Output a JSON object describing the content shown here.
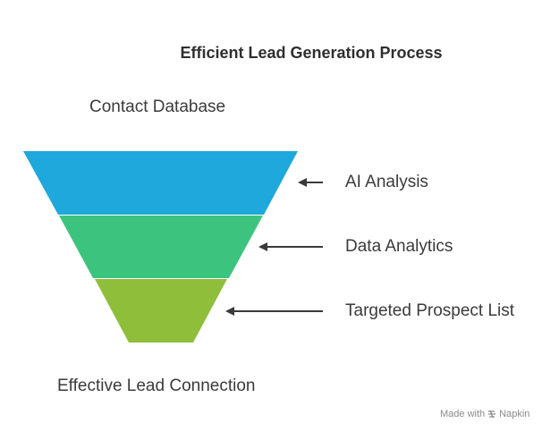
{
  "title": "Efficient Lead Generation Process",
  "top_label": "Contact Database",
  "bottom_label": "Effective Lead Connection",
  "stages": [
    {
      "label": "AI Analysis",
      "color": "#1EA8DC"
    },
    {
      "label": "Data Analytics",
      "color": "#3CC47F"
    },
    {
      "label": "Targeted Prospect List",
      "color": "#8FBE3B"
    }
  ],
  "watermark": {
    "prefix": "Made with",
    "brand": "Napkin",
    "icon": "napkin-logo-icon"
  }
}
